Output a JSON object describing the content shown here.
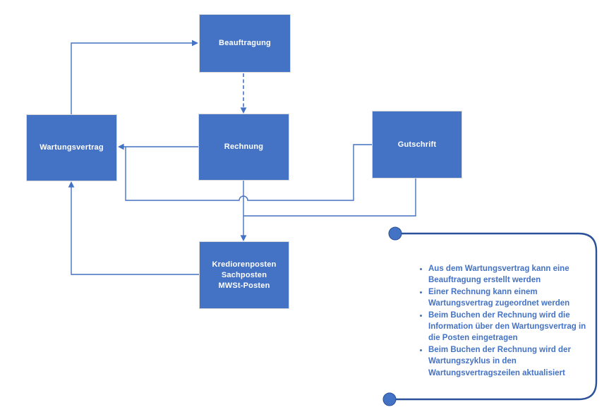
{
  "diagram": {
    "background": "#ffffff",
    "colors": {
      "node_fill": "#4472C4",
      "node_border": "#D8D8D8",
      "node_text": "#FFFFFF",
      "connector": "#4472C4",
      "callout_border": "#2A5199",
      "callout_dot_fill": "#4472C4",
      "callout_text": "#4472C4"
    },
    "boxes": [
      {
        "id": "beauftragung",
        "label": "Beauftragung"
      },
      {
        "id": "wartungsvertrag",
        "label": "Wartungsvertrag"
      },
      {
        "id": "rechnung",
        "label": "Rechnung"
      },
      {
        "id": "gutschrift",
        "label": "Gutschrift"
      },
      {
        "id": "posten",
        "lines": [
          "Krediorenposten",
          "Sachposten",
          "MWSt-Posten"
        ]
      }
    ],
    "connections": [
      {
        "from": "wartungsvertrag",
        "to": "beauftragung",
        "style": "solid-arrow"
      },
      {
        "from": "beauftragung",
        "to": "rechnung",
        "style": "dashed-arrow"
      },
      {
        "from": "rechnung",
        "to": "wartungsvertrag",
        "style": "solid-arrow"
      },
      {
        "from": "gutschrift",
        "to": "wartungsvertrag",
        "style": "solid-elbow"
      },
      {
        "from": "rechnung",
        "to": "posten",
        "style": "solid-arrow"
      },
      {
        "from": "gutschrift",
        "to": "posten",
        "style": "solid-elbow"
      },
      {
        "from": "posten",
        "to": "wartungsvertrag",
        "style": "solid-arrow"
      }
    ],
    "callout": {
      "bullets": [
        "Aus dem Wartungsvertrag kann eine Beauftragung erstellt werden",
        "Einer Rechnung kann einem Wartungsvertrag zugeordnet werden",
        "Beim Buchen der Rechnung wird die Information über den Wartungsvertrag in die Posten eingetragen",
        "Beim Buchen der Rechnung wird der Wartungszyklus in den Wartungsvertragszeilen aktualisiert"
      ]
    }
  }
}
